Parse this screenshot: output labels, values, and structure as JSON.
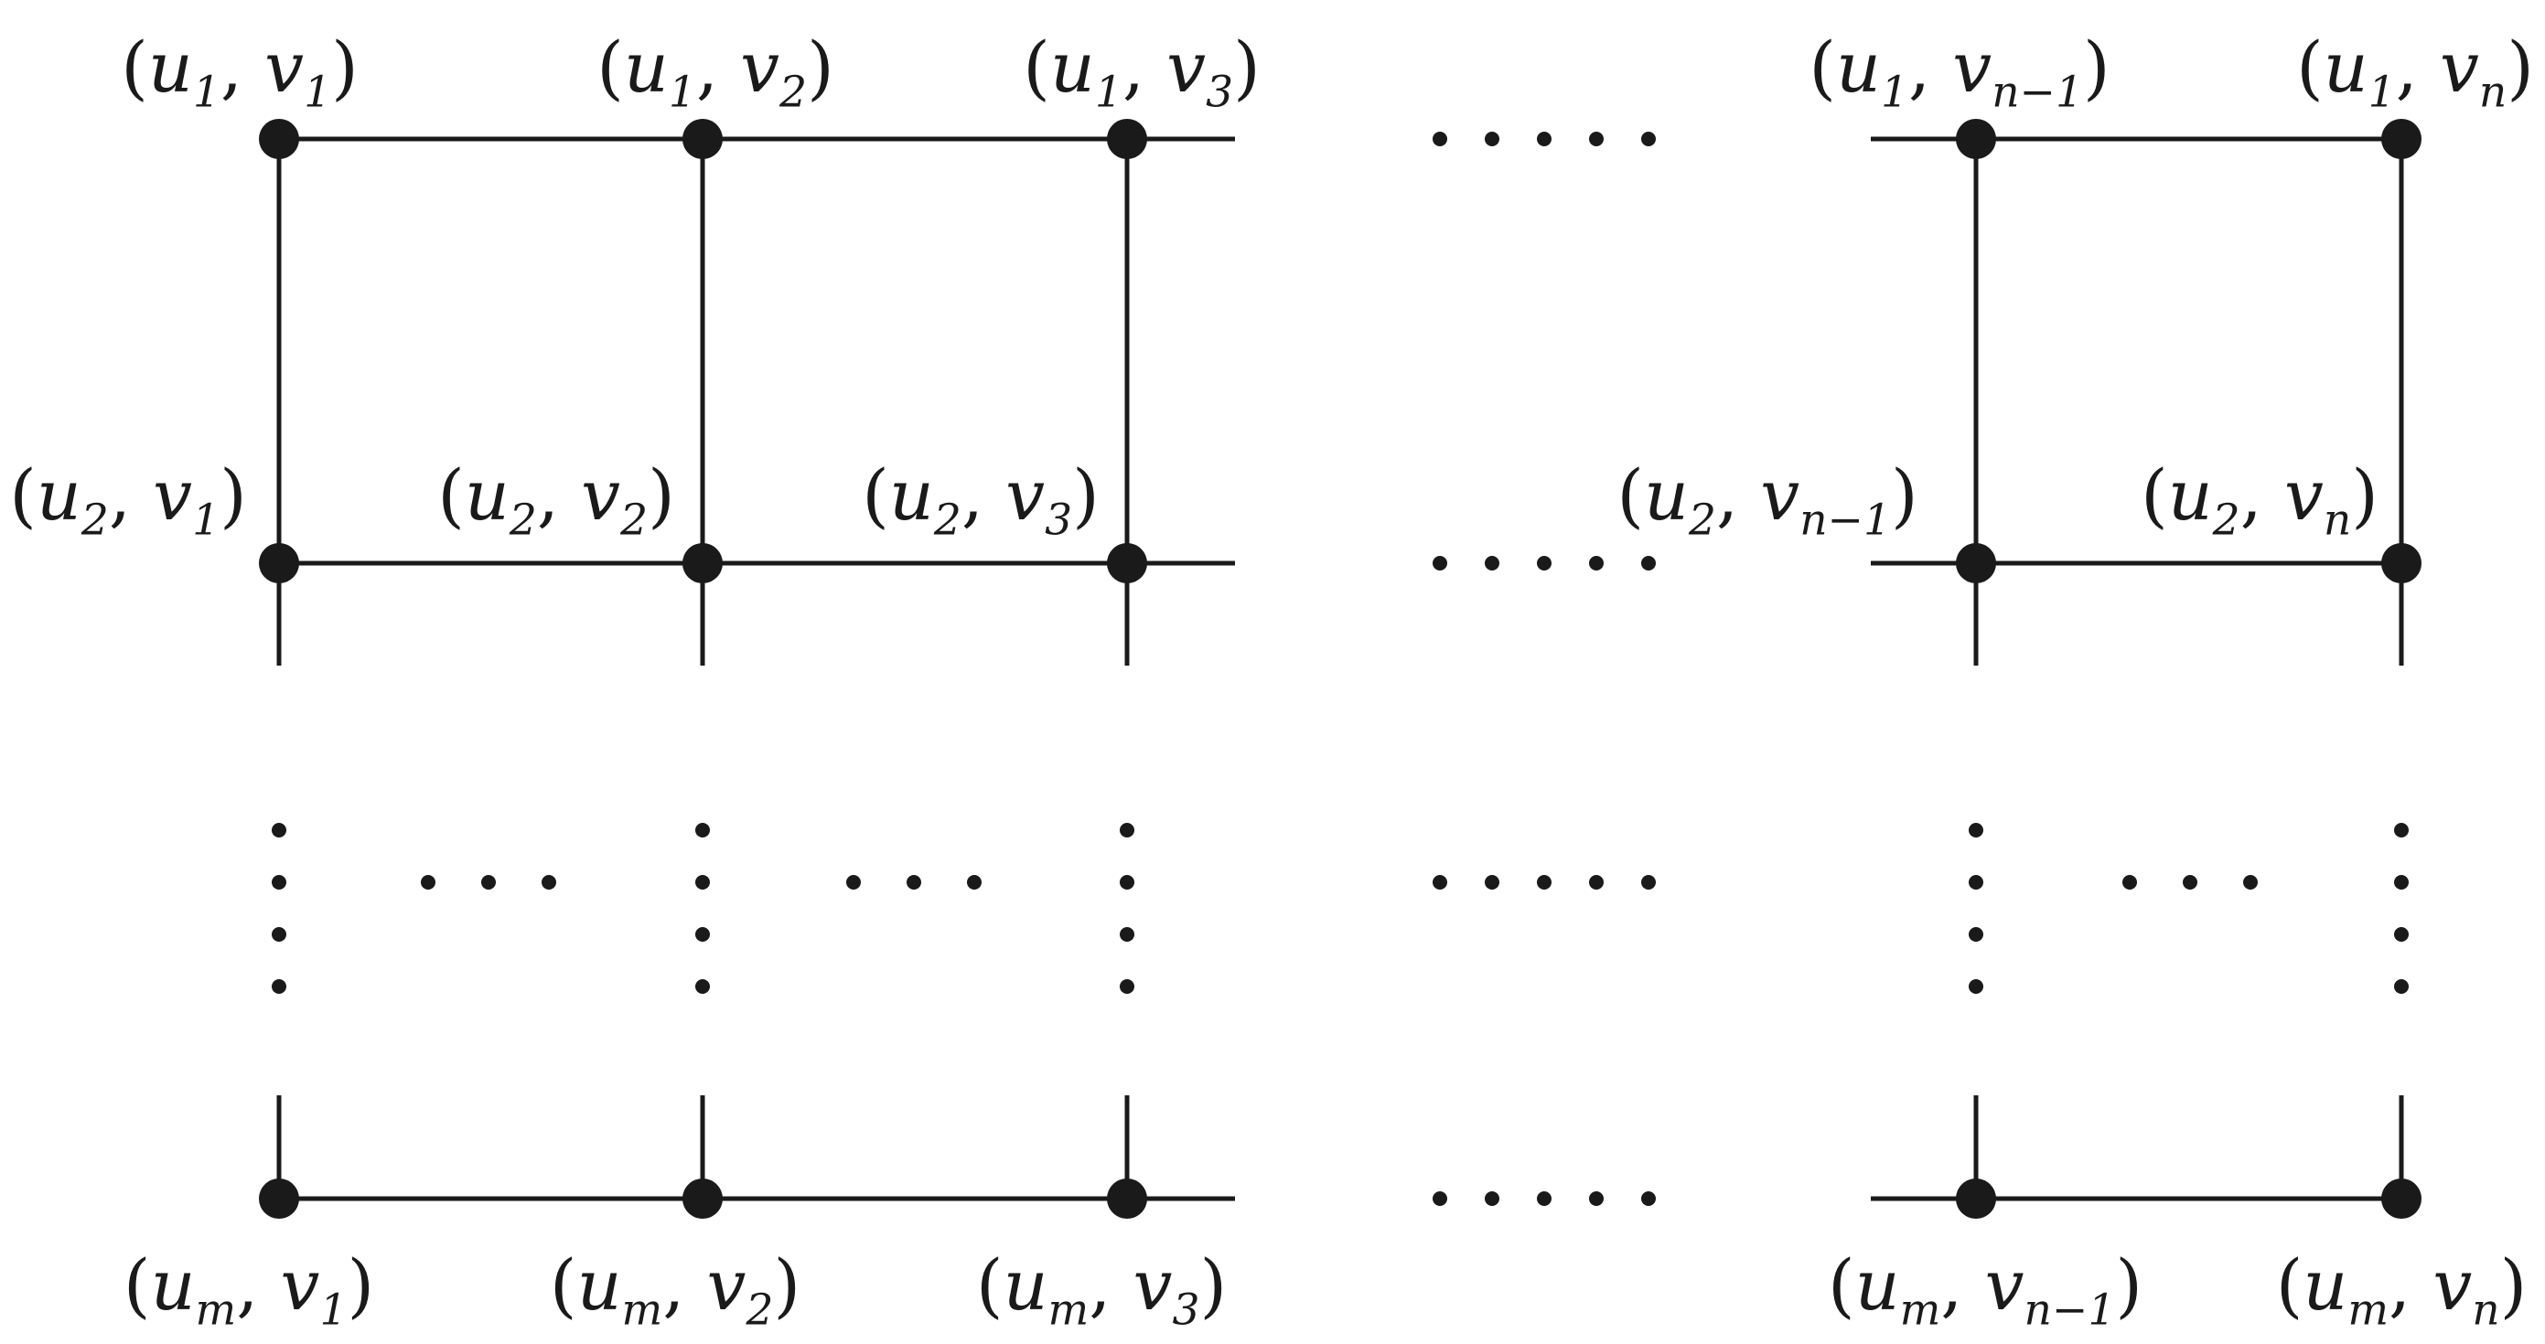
{
  "vertices": [
    {
      "id": "u1-v1",
      "u": "u",
      "us": "1",
      "v": "v",
      "vs": "1"
    },
    {
      "id": "u1-v2",
      "u": "u",
      "us": "1",
      "v": "v",
      "vs": "2"
    },
    {
      "id": "u1-v3",
      "u": "u",
      "us": "1",
      "v": "v",
      "vs": "3"
    },
    {
      "id": "u1-vn-1",
      "u": "u",
      "us": "1",
      "v": "v",
      "vs": "n−1"
    },
    {
      "id": "u1-vn",
      "u": "u",
      "us": "1",
      "v": "v",
      "vs": "n"
    },
    {
      "id": "u2-v1",
      "u": "u",
      "us": "2",
      "v": "v",
      "vs": "1"
    },
    {
      "id": "u2-v2",
      "u": "u",
      "us": "2",
      "v": "v",
      "vs": "2"
    },
    {
      "id": "u2-v3",
      "u": "u",
      "us": "2",
      "v": "v",
      "vs": "3"
    },
    {
      "id": "u2-vn-1",
      "u": "u",
      "us": "2",
      "v": "v",
      "vs": "n−1"
    },
    {
      "id": "u2-vn",
      "u": "u",
      "us": "2",
      "v": "v",
      "vs": "n"
    },
    {
      "id": "um-v1",
      "u": "u",
      "us": "m",
      "v": "v",
      "vs": "1"
    },
    {
      "id": "um-v2",
      "u": "u",
      "us": "m",
      "v": "v",
      "vs": "2"
    },
    {
      "id": "um-v3",
      "u": "u",
      "us": "m",
      "v": "v",
      "vs": "3"
    },
    {
      "id": "um-vn-1",
      "u": "u",
      "us": "m",
      "v": "v",
      "vs": "n−1"
    },
    {
      "id": "um-vn",
      "u": "u",
      "us": "m",
      "v": "v",
      "vs": "n"
    }
  ],
  "punctuation": {
    "open": "(",
    "comma": ", ",
    "close": ")"
  }
}
